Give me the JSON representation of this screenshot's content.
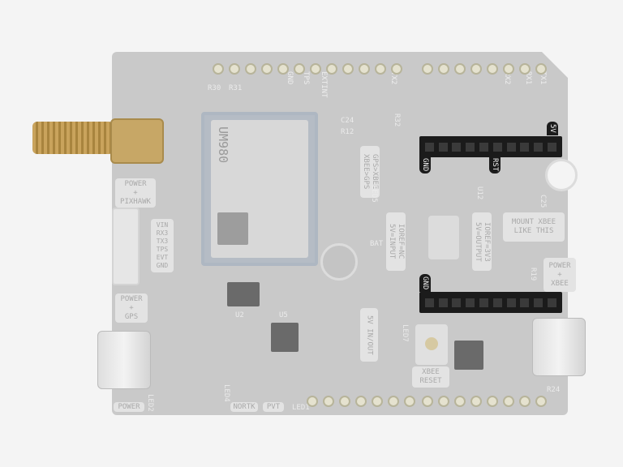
{
  "board": {
    "module_label": "UM980",
    "top_pin_labels": [
      "GND",
      "TPS",
      "EXTINT",
      "TX2",
      "RX2",
      "RX1",
      "TX1"
    ],
    "header_tags": {
      "gnd_top": "GND",
      "rst": "RST",
      "v5": "5V",
      "gnd_bottom": "GND"
    },
    "boxes": {
      "power_pixhawk": "POWER\n+\nPIXHAWK",
      "power_gps": "POWER\n+\nGPS",
      "mount_xbee": "MOUNT XBEE\nLIKE THIS",
      "power_xbee": "POWER\n+\nXBEE",
      "xbee_reset": "XBEE\nRESET",
      "ioref_3v3": "IOREF=3V3\n5V=OUTPUT",
      "ioref_nc": "IOREF=NC\n5V=INPUT",
      "gps_xbee": "GPS>XBEE\nXBEE>GPS",
      "pixhawk_pins": "VIN\nRX3\nTX3\nTPS\nEVT\nGND",
      "power": "POWER",
      "norTK": "NORTK",
      "pvt": "PVT",
      "v5_io": "5V IN/OUT"
    },
    "silk": [
      "R30",
      "R31",
      "C24",
      "R12",
      "R32",
      "BAT",
      "LED1",
      "LED2",
      "LED4",
      "LED5",
      "LED7",
      "U2",
      "U5",
      "U12",
      "C25",
      "R19",
      "R24"
    ],
    "colors": {
      "board": "#c9c9c9",
      "header": "#1b1b1b",
      "antenna": "#c9a35c"
    }
  }
}
